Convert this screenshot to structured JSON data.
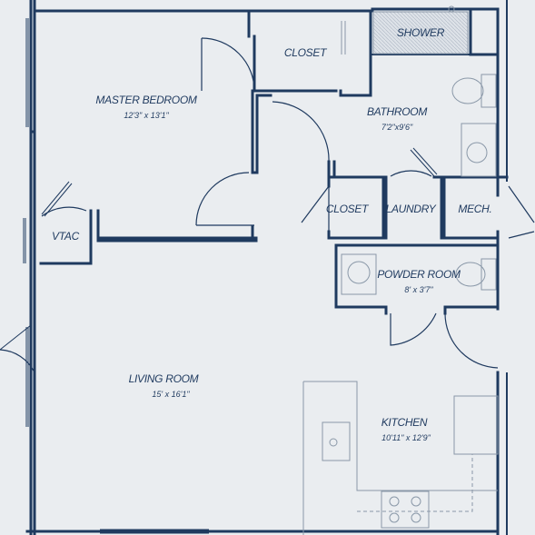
{
  "rooms": {
    "master_bedroom": {
      "name": "MASTER BEDROOM",
      "size": "12'3\" x 13'1\""
    },
    "closet_bedroom": {
      "name": "CLOSET"
    },
    "shower": {
      "name": "SHOWER"
    },
    "bathroom": {
      "name": "BATHROOM",
      "size": "7'2\"x9'6\""
    },
    "closet_hall": {
      "name": "CLOSET"
    },
    "laundry": {
      "name": "LAUNDRY"
    },
    "mech": {
      "name": "MECH."
    },
    "vtac": {
      "name": "VTAC"
    },
    "powder_room": {
      "name": "POWDER ROOM",
      "size": "8' x 3'7\""
    },
    "living_room": {
      "name": "LIVING ROOM",
      "size": "15' x 16'1\""
    },
    "kitchen": {
      "name": "KITCHEN",
      "size": "10'11\" x 12'9\""
    }
  }
}
